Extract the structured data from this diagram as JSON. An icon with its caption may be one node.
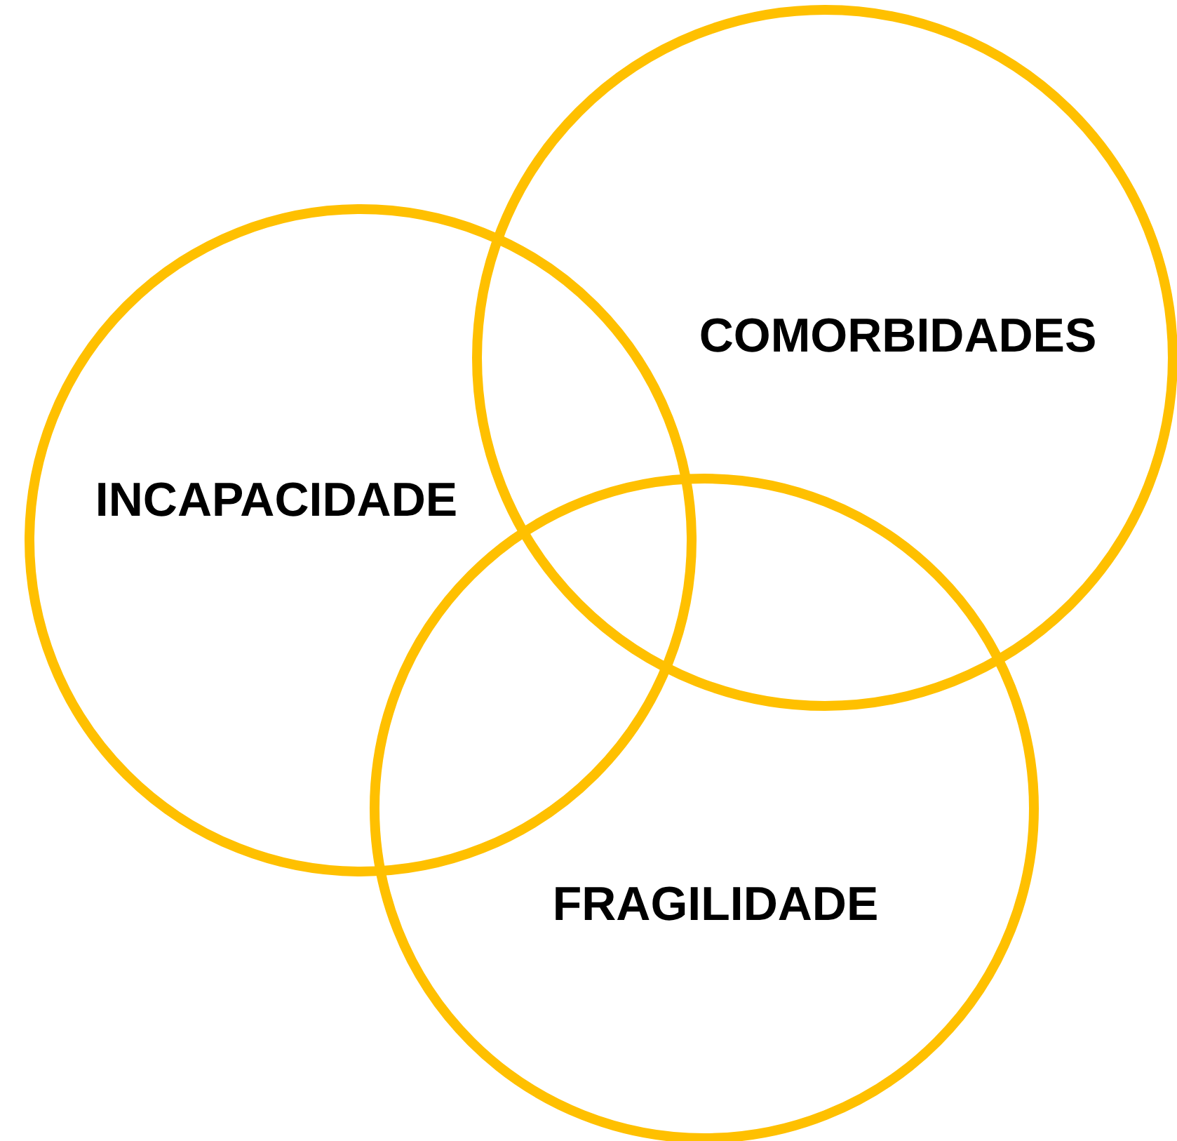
{
  "diagram": {
    "nodes": [
      {
        "text": [
          "COMORBIDADES"
        ]
      },
      {
        "text": [
          "INCAPACIDADE"
        ]
      },
      {
        "text": [
          "FRAGILIDADE"
        ]
      }
    ]
  }
}
